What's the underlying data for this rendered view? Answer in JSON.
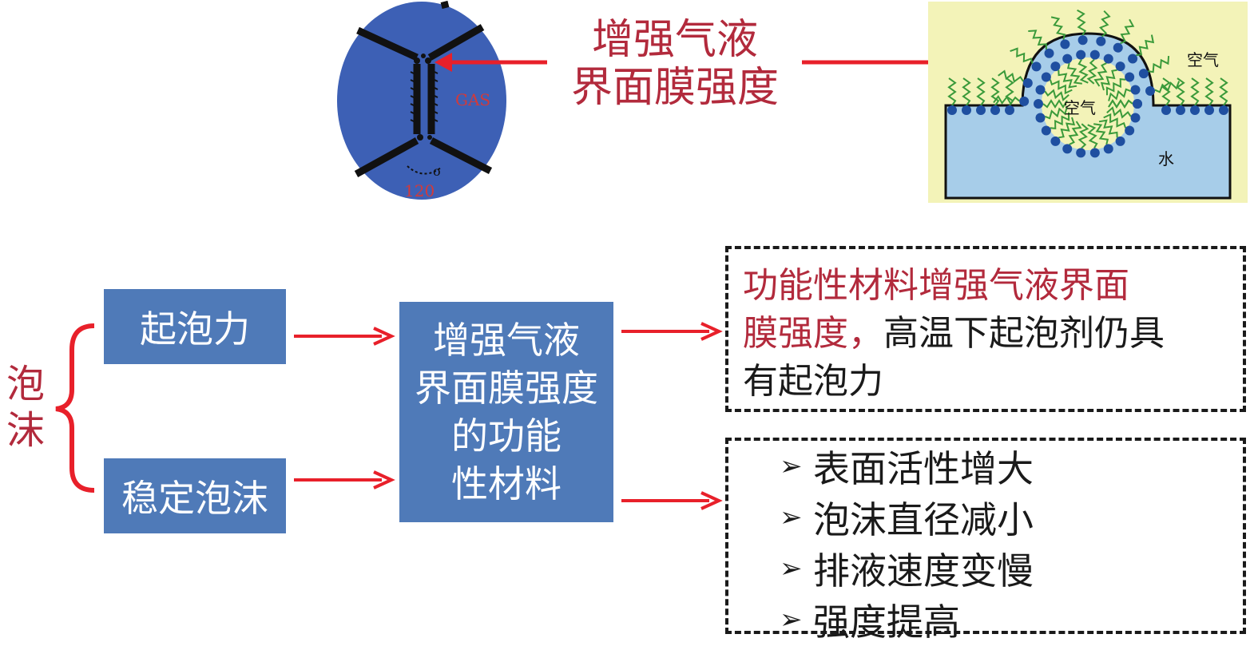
{
  "top": {
    "title_line1": "增强气液",
    "title_line2": "界面膜强度",
    "bubble_label": "GAS",
    "angle_label": "120",
    "degree_mark": "o",
    "air_outer": "空气",
    "air_inner": "空气",
    "water": "水"
  },
  "left": {
    "foam_char1": "泡",
    "foam_char2": "沫",
    "box_foaming": "起泡力",
    "box_stable": "稳定泡沫"
  },
  "center": {
    "line1": "增强气液",
    "line2": "界面膜强度",
    "line3": "的功能",
    "line4": "性材料"
  },
  "right_top": {
    "red_line1": "功能性材料增强气液界面",
    "red_line2_part": "膜强度，",
    "dark_line2_part": "高温下起泡剂仍具",
    "dark_line3": "有起泡力"
  },
  "right_bottom": {
    "items": [
      "表面活性增大",
      "泡沫直径减小",
      "排液速度变慢",
      "强度提高"
    ]
  },
  "colors": {
    "accent_red": "#e8202a",
    "title_red": "#b22a3c",
    "box_blue": "#4f7ab8",
    "bubble_blue": "#3d60b5",
    "panel_yellow": "#f3f3b8",
    "water_blue": "#a7cde9"
  }
}
